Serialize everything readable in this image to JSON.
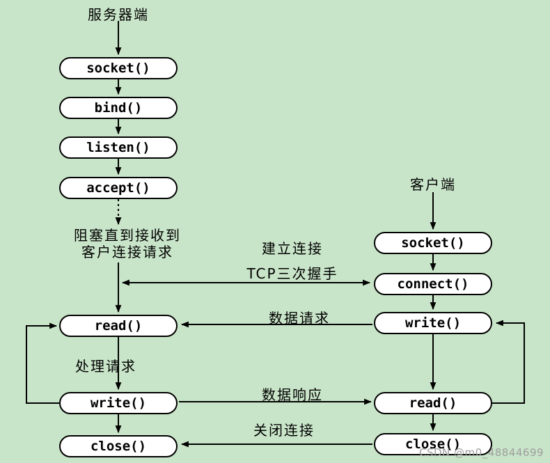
{
  "server": {
    "title": "服务器端",
    "boxes": {
      "socket": "socket()",
      "bind": "bind()",
      "listen": "listen()",
      "accept": "accept()",
      "read": "read()",
      "write": "write()",
      "close": "close()"
    },
    "block_note_line1": "阻塞直到接收到",
    "block_note_line2": "客户连接请求",
    "process_note": "处理请求"
  },
  "client": {
    "title": "客户端",
    "boxes": {
      "socket": "socket()",
      "connect": "connect()",
      "write": "write()",
      "read": "read()",
      "close": "close()"
    }
  },
  "connections": {
    "establish_label": "建立连接",
    "handshake_label": "TCP三次握手",
    "data_request_label": "数据请求",
    "data_response_label": "数据响应",
    "close_label": "关闭连接"
  },
  "watermark": "CSDN @m0_48844699",
  "colors": {
    "background": "#c9e5c9",
    "box_background": "#ffffff",
    "box_border": "#000000",
    "watermark_text": "#9e9e9e"
  }
}
